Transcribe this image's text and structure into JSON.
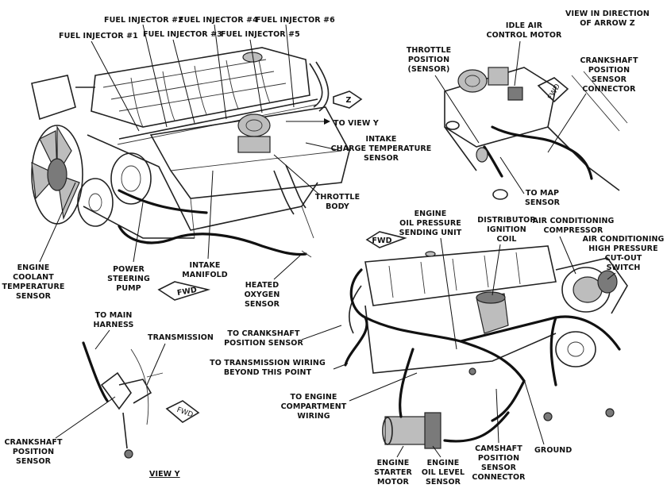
{
  "main_view": {
    "labels": {
      "fuel_injector_1": "FUEL INJECTOR #1",
      "fuel_injector_2": "FUEL INJECTOR #2",
      "fuel_injector_3": "FUEL INJECTOR #3",
      "fuel_injector_4": "FUEL INJECTOR #4",
      "fuel_injector_5": "FUEL INJECTOR #5",
      "fuel_injector_6": "FUEL INJECTOR #6",
      "to_view_y": "TO VIEW Y",
      "intake_charge_temp": [
        "INTAKE",
        "CHARGE TEMPERATURE",
        "SENSOR"
      ],
      "throttle_body": [
        "THROTTLE",
        "BODY"
      ],
      "engine_coolant_temp": [
        "ENGINE",
        "COOLANT",
        "TEMPERATURE",
        "SENSOR"
      ],
      "power_steering_pump": [
        "POWER",
        "STEERING",
        "PUMP"
      ],
      "intake_manifold": [
        "INTAKE",
        "MANIFOLD"
      ],
      "heated_oxygen_sensor": [
        "HEATED",
        "OXYGEN",
        "SENSOR"
      ],
      "fwd": "FWD",
      "arrow_z": "Z"
    }
  },
  "view_z": {
    "title": [
      "VIEW IN DIRECTION",
      "OF ARROW Z"
    ],
    "labels": {
      "idle_air_control": [
        "IDLE AIR",
        "CONTROL MOTOR"
      ],
      "throttle_position": [
        "THROTTLE",
        "POSITION",
        "(SENSOR)"
      ],
      "crankshaft_connector": [
        "CRANKSHAFT",
        "POSITION",
        "SENSOR",
        "CONNECTOR"
      ],
      "to_map_sensor": [
        "TO MAP",
        "SENSOR"
      ],
      "fwd": "FWD"
    }
  },
  "view_y": {
    "title": "VIEW Y",
    "labels": {
      "to_main_harness": [
        "TO MAIN",
        "HARNESS"
      ],
      "transmission": "TRANSMISSION",
      "crankshaft_position_sensor": [
        "CRANKSHAFT",
        "POSITION",
        "SENSOR"
      ],
      "fwd": "FWD"
    }
  },
  "lower_view": {
    "labels": {
      "fwd": "FWD",
      "oil_pressure": [
        "ENGINE",
        "OIL PRESSURE",
        "SENDING UNIT"
      ],
      "distributor": [
        "DISTRIBUTOR",
        "IGNITION",
        "COIL"
      ],
      "ac_compressor": [
        "AIR CONDITIONING",
        "COMPRESSOR"
      ],
      "ac_switch": [
        "AIR CONDITIONING",
        "HIGH PRESSURE",
        "CUT-OUT",
        "SWITCH"
      ],
      "to_crankshaft_sensor": [
        "TO CRANKSHAFT",
        "POSITION SENSOR"
      ],
      "to_transmission_wiring": [
        "TO TRANSMISSION WIRING",
        "BEYOND THIS POINT"
      ],
      "to_engine_compartment": [
        "TO ENGINE",
        "COMPARTMENT",
        "WIRING"
      ],
      "ground": "GROUND",
      "starter_motor": [
        "ENGINE",
        "STARTER",
        "MOTOR"
      ],
      "oil_level": [
        "ENGINE",
        "OIL LEVEL",
        "SENSOR"
      ],
      "camshaft_connector": [
        "CAMSHAFT",
        "POSITION",
        "SENSOR",
        "CONNECTOR"
      ]
    }
  }
}
